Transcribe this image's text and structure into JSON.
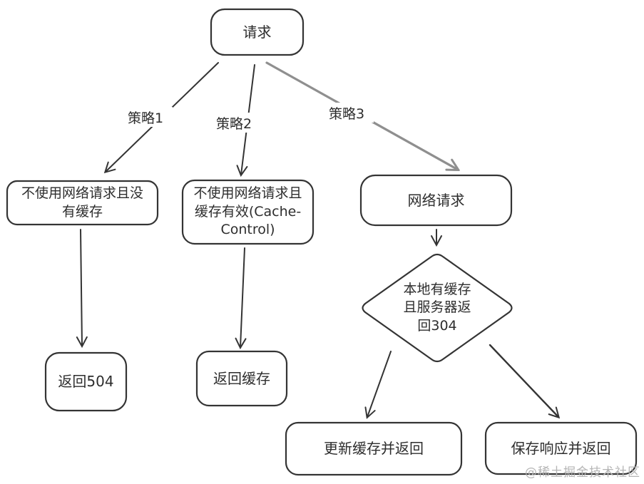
{
  "colors": {
    "background": "#ffffff",
    "stroke": "#343434",
    "gray_arrow": "#8f8f8f",
    "text": "#2d2d2d",
    "watermark": "#b5b5b5"
  },
  "nodes": {
    "request": {
      "label": "请求",
      "shape": "rounded-rectangle"
    },
    "no_network_no_cache": {
      "label": "不使用网络请求且没\n有缓存",
      "shape": "rounded-rectangle"
    },
    "no_network_cache_valid": {
      "label": "不使用网络请求且\n缓存有效(Cache-\nControl)",
      "shape": "rounded-rectangle"
    },
    "network_request": {
      "label": "网络请求",
      "shape": "rounded-rectangle"
    },
    "decision_304": {
      "label": "本地有缓存\n且服务器返\n回304",
      "shape": "diamond"
    },
    "return_504": {
      "label": "返回504",
      "shape": "rounded-rectangle"
    },
    "return_cache": {
      "label": "返回缓存",
      "shape": "rounded-rectangle"
    },
    "update_cache_and_return": {
      "label": "更新缓存并返回",
      "shape": "rounded-rectangle"
    },
    "save_response_and_return": {
      "label": "保存响应并返回",
      "shape": "rounded-rectangle"
    }
  },
  "edge_labels": {
    "strategy1": "策略1",
    "strategy2": "策略2",
    "strategy3": "策略3"
  },
  "watermark": {
    "text": "@稀土掘金技术社区"
  }
}
